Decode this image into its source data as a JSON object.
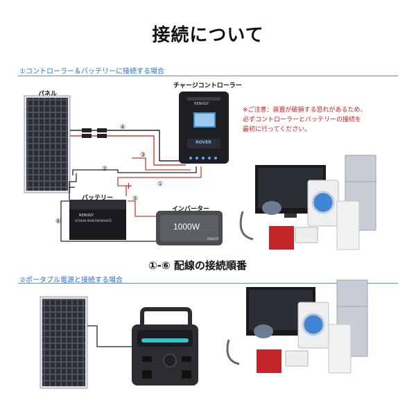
{
  "title": "接続について",
  "section1": {
    "heading": "①コントローラー＆バッテリーに接続する場合",
    "labels": {
      "panel": "パネル",
      "controller": "チャージコントローラー",
      "battery": "バッテリー",
      "inverter": "インバーター"
    },
    "controller_brand": "RENOGY",
    "controller_model": "ROVER",
    "battery_brand": "RENOGY",
    "battery_sub": "LITHIUM IRON PHOSPHATE",
    "inverter_brand": "RENOGY",
    "inverter_text": "1000W",
    "battery_minus": "－",
    "battery_plus": "＋",
    "note_lines": [
      "※ご注意：装置が破損する恐れがあるため、",
      "必ずコントローラーとバッテリーの接続を",
      "最初に行ってください。"
    ],
    "wire_numbers": [
      "①",
      "②",
      "③",
      "④",
      "⑤",
      "⑥"
    ],
    "order_caption": "①-⑥ 配線の接続順番"
  },
  "section2": {
    "heading": "②ポータブル電源と接続する場合"
  },
  "colors": {
    "accent_blue": "#1f6fd1",
    "warning_red": "#d11b1b",
    "wire_red": "#d63a2a",
    "wire_black": "#222222"
  }
}
